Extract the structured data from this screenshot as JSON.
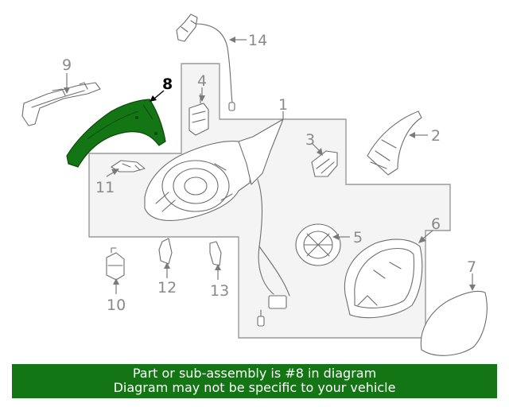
{
  "diagram": {
    "highlight_color": "#137513",
    "callouts": [
      {
        "id": "1",
        "label": "1"
      },
      {
        "id": "2",
        "label": "2"
      },
      {
        "id": "3",
        "label": "3"
      },
      {
        "id": "4",
        "label": "4"
      },
      {
        "id": "5",
        "label": "5"
      },
      {
        "id": "6",
        "label": "6"
      },
      {
        "id": "7",
        "label": "7"
      },
      {
        "id": "8",
        "label": "8",
        "highlighted": true
      },
      {
        "id": "9",
        "label": "9"
      },
      {
        "id": "10",
        "label": "10"
      },
      {
        "id": "11",
        "label": "11"
      },
      {
        "id": "12",
        "label": "12"
      },
      {
        "id": "13",
        "label": "13"
      },
      {
        "id": "14",
        "label": "14"
      }
    ]
  },
  "banner": {
    "line1": "Part or sub-assembly is #8 in diagram",
    "line2": "Diagram may not be specific to your vehicle",
    "background": "#137513"
  }
}
